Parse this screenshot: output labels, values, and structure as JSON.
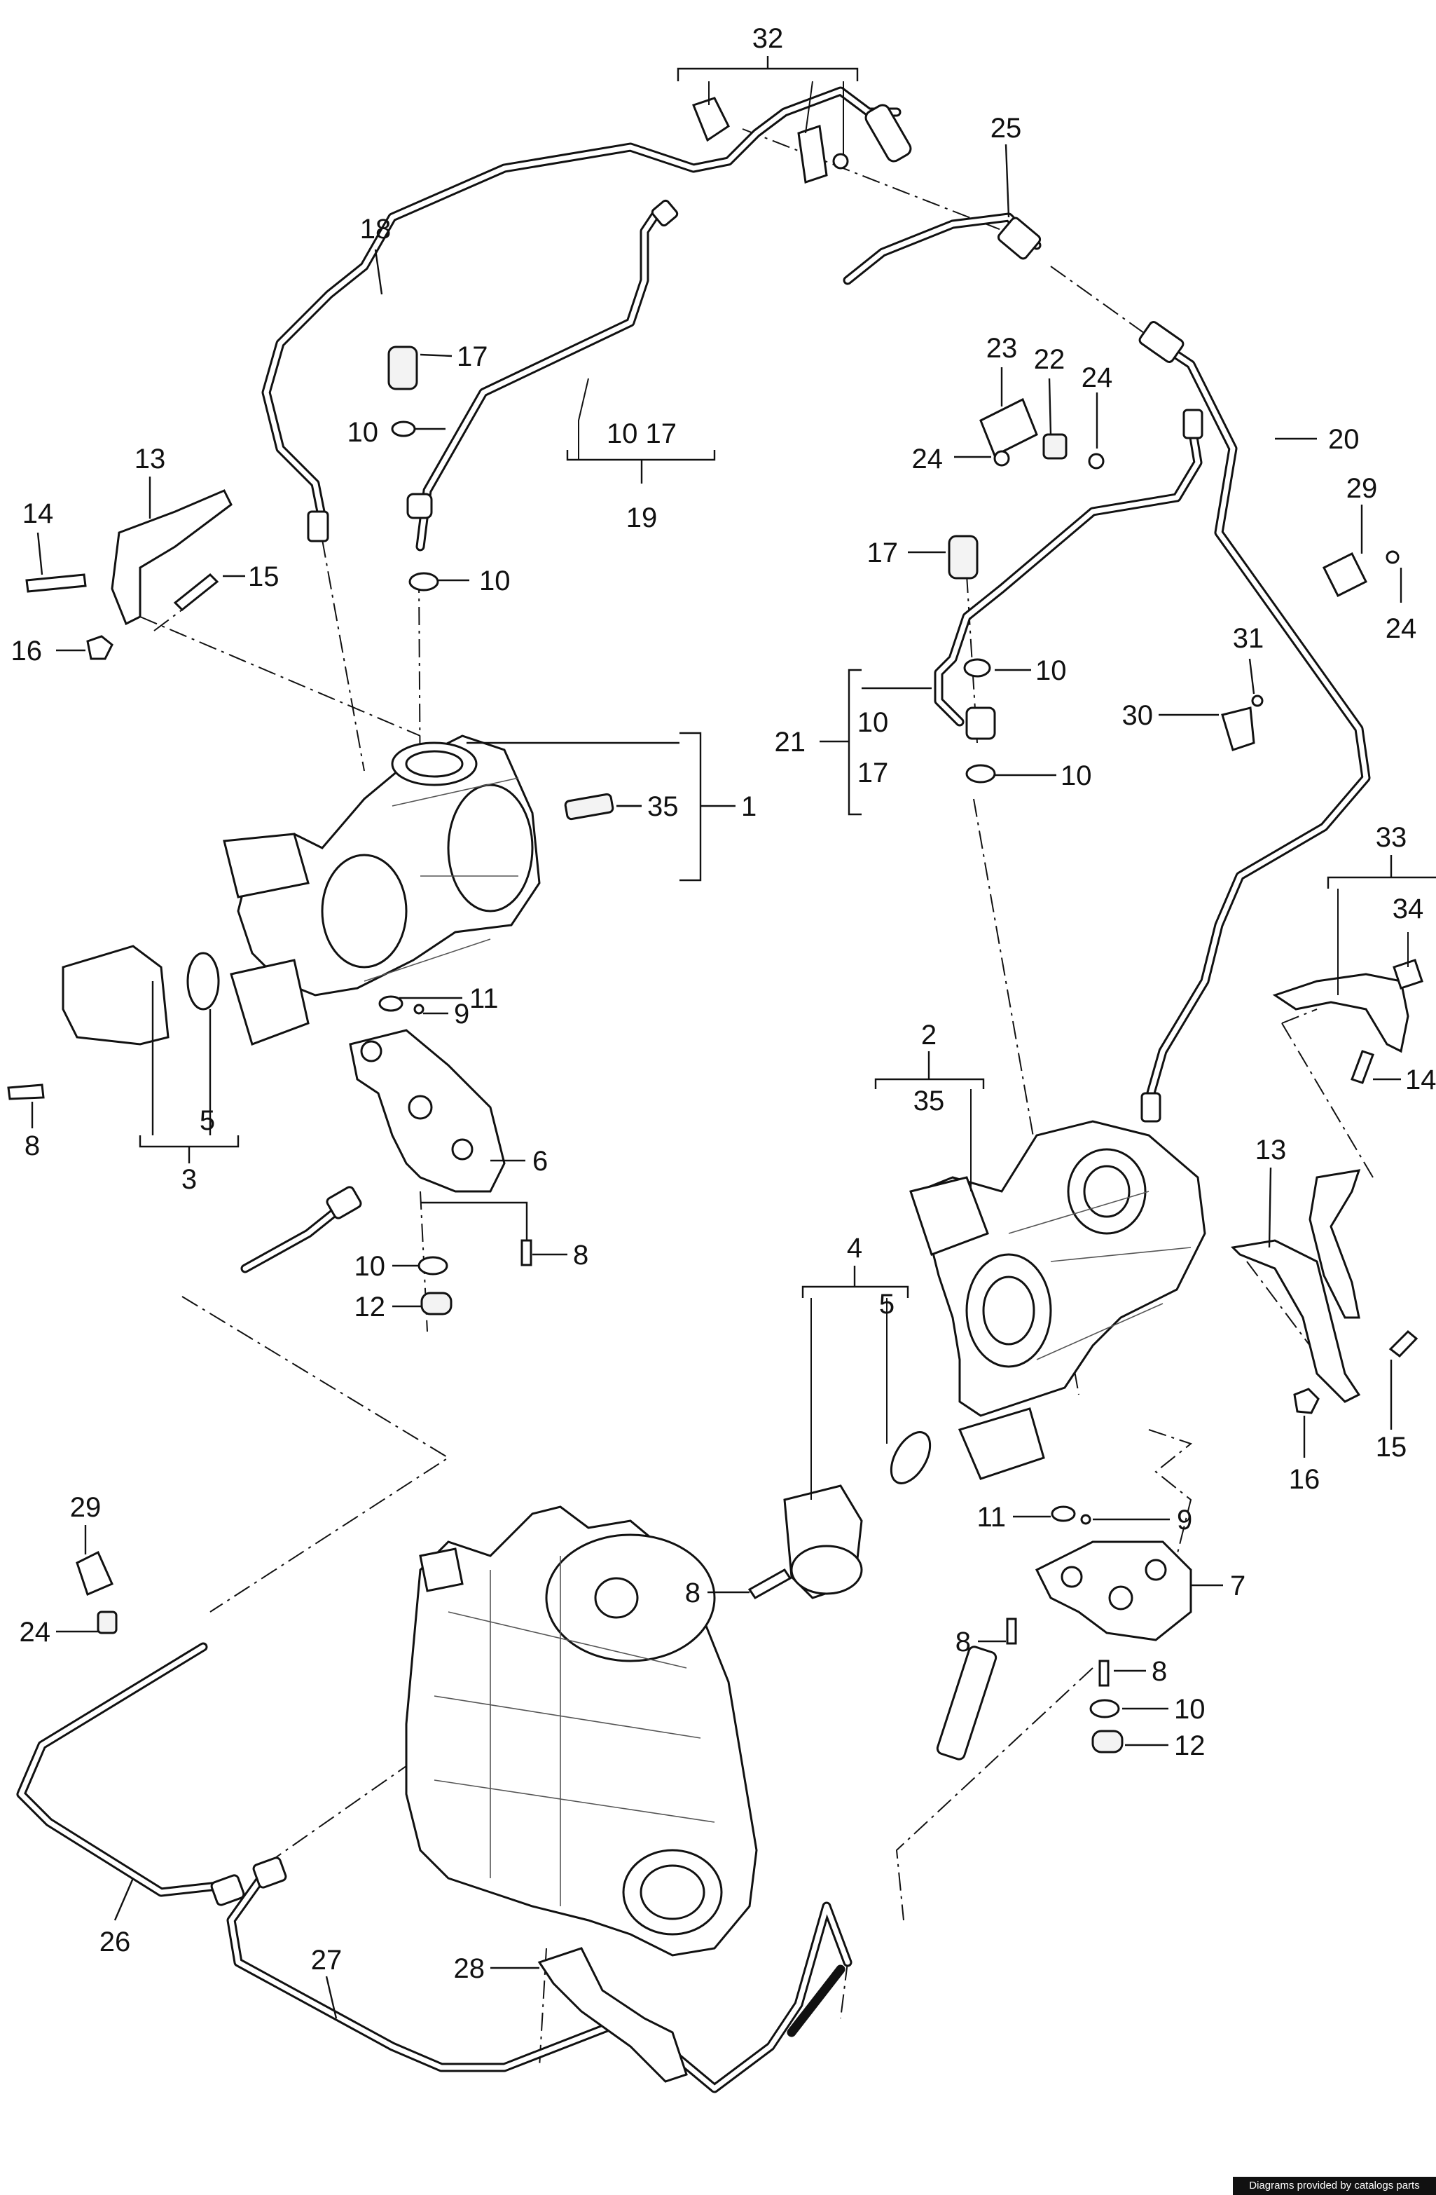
{
  "callouts": {
    "c32": "32",
    "c25": "25",
    "c18": "18",
    "c17a": "17",
    "c10a": "10",
    "c10b": "10",
    "c19_top": "10 17",
    "c19": "19",
    "c13a": "13",
    "c14a": "14",
    "c15a": "15",
    "c16a": "16",
    "c23": "23",
    "c22": "22",
    "c24a": "24",
    "c24b": "24",
    "c20": "20",
    "c29a": "29",
    "c24c": "24",
    "c17b": "17",
    "c10c": "10",
    "c21": "21",
    "c21_10": "10",
    "c21_17": "17",
    "c10d": "10",
    "c31": "31",
    "c30": "30",
    "c35a": "35",
    "c1": "1",
    "c11a": "11",
    "c9a": "9",
    "c8a": "8",
    "c5a": "5",
    "c3": "3",
    "c6": "6",
    "c10e": "10",
    "c8b": "8",
    "c12a": "12",
    "c33": "33",
    "c34": "34",
    "c14b": "14",
    "c2": "2",
    "c35b": "35",
    "c13b": "13",
    "c15b": "15",
    "c16b": "16",
    "c4": "4",
    "c5b": "5",
    "c11b": "11",
    "c9b": "9",
    "c8c": "8",
    "c7": "7",
    "c8d": "8",
    "c8e": "8",
    "c10f": "10",
    "c12b": "12",
    "c29b": "29",
    "c24d": "24",
    "c26": "26",
    "c27": "27",
    "c28": "28"
  },
  "footer": {
    "credit": "Diagrams provided by catalogs parts"
  }
}
